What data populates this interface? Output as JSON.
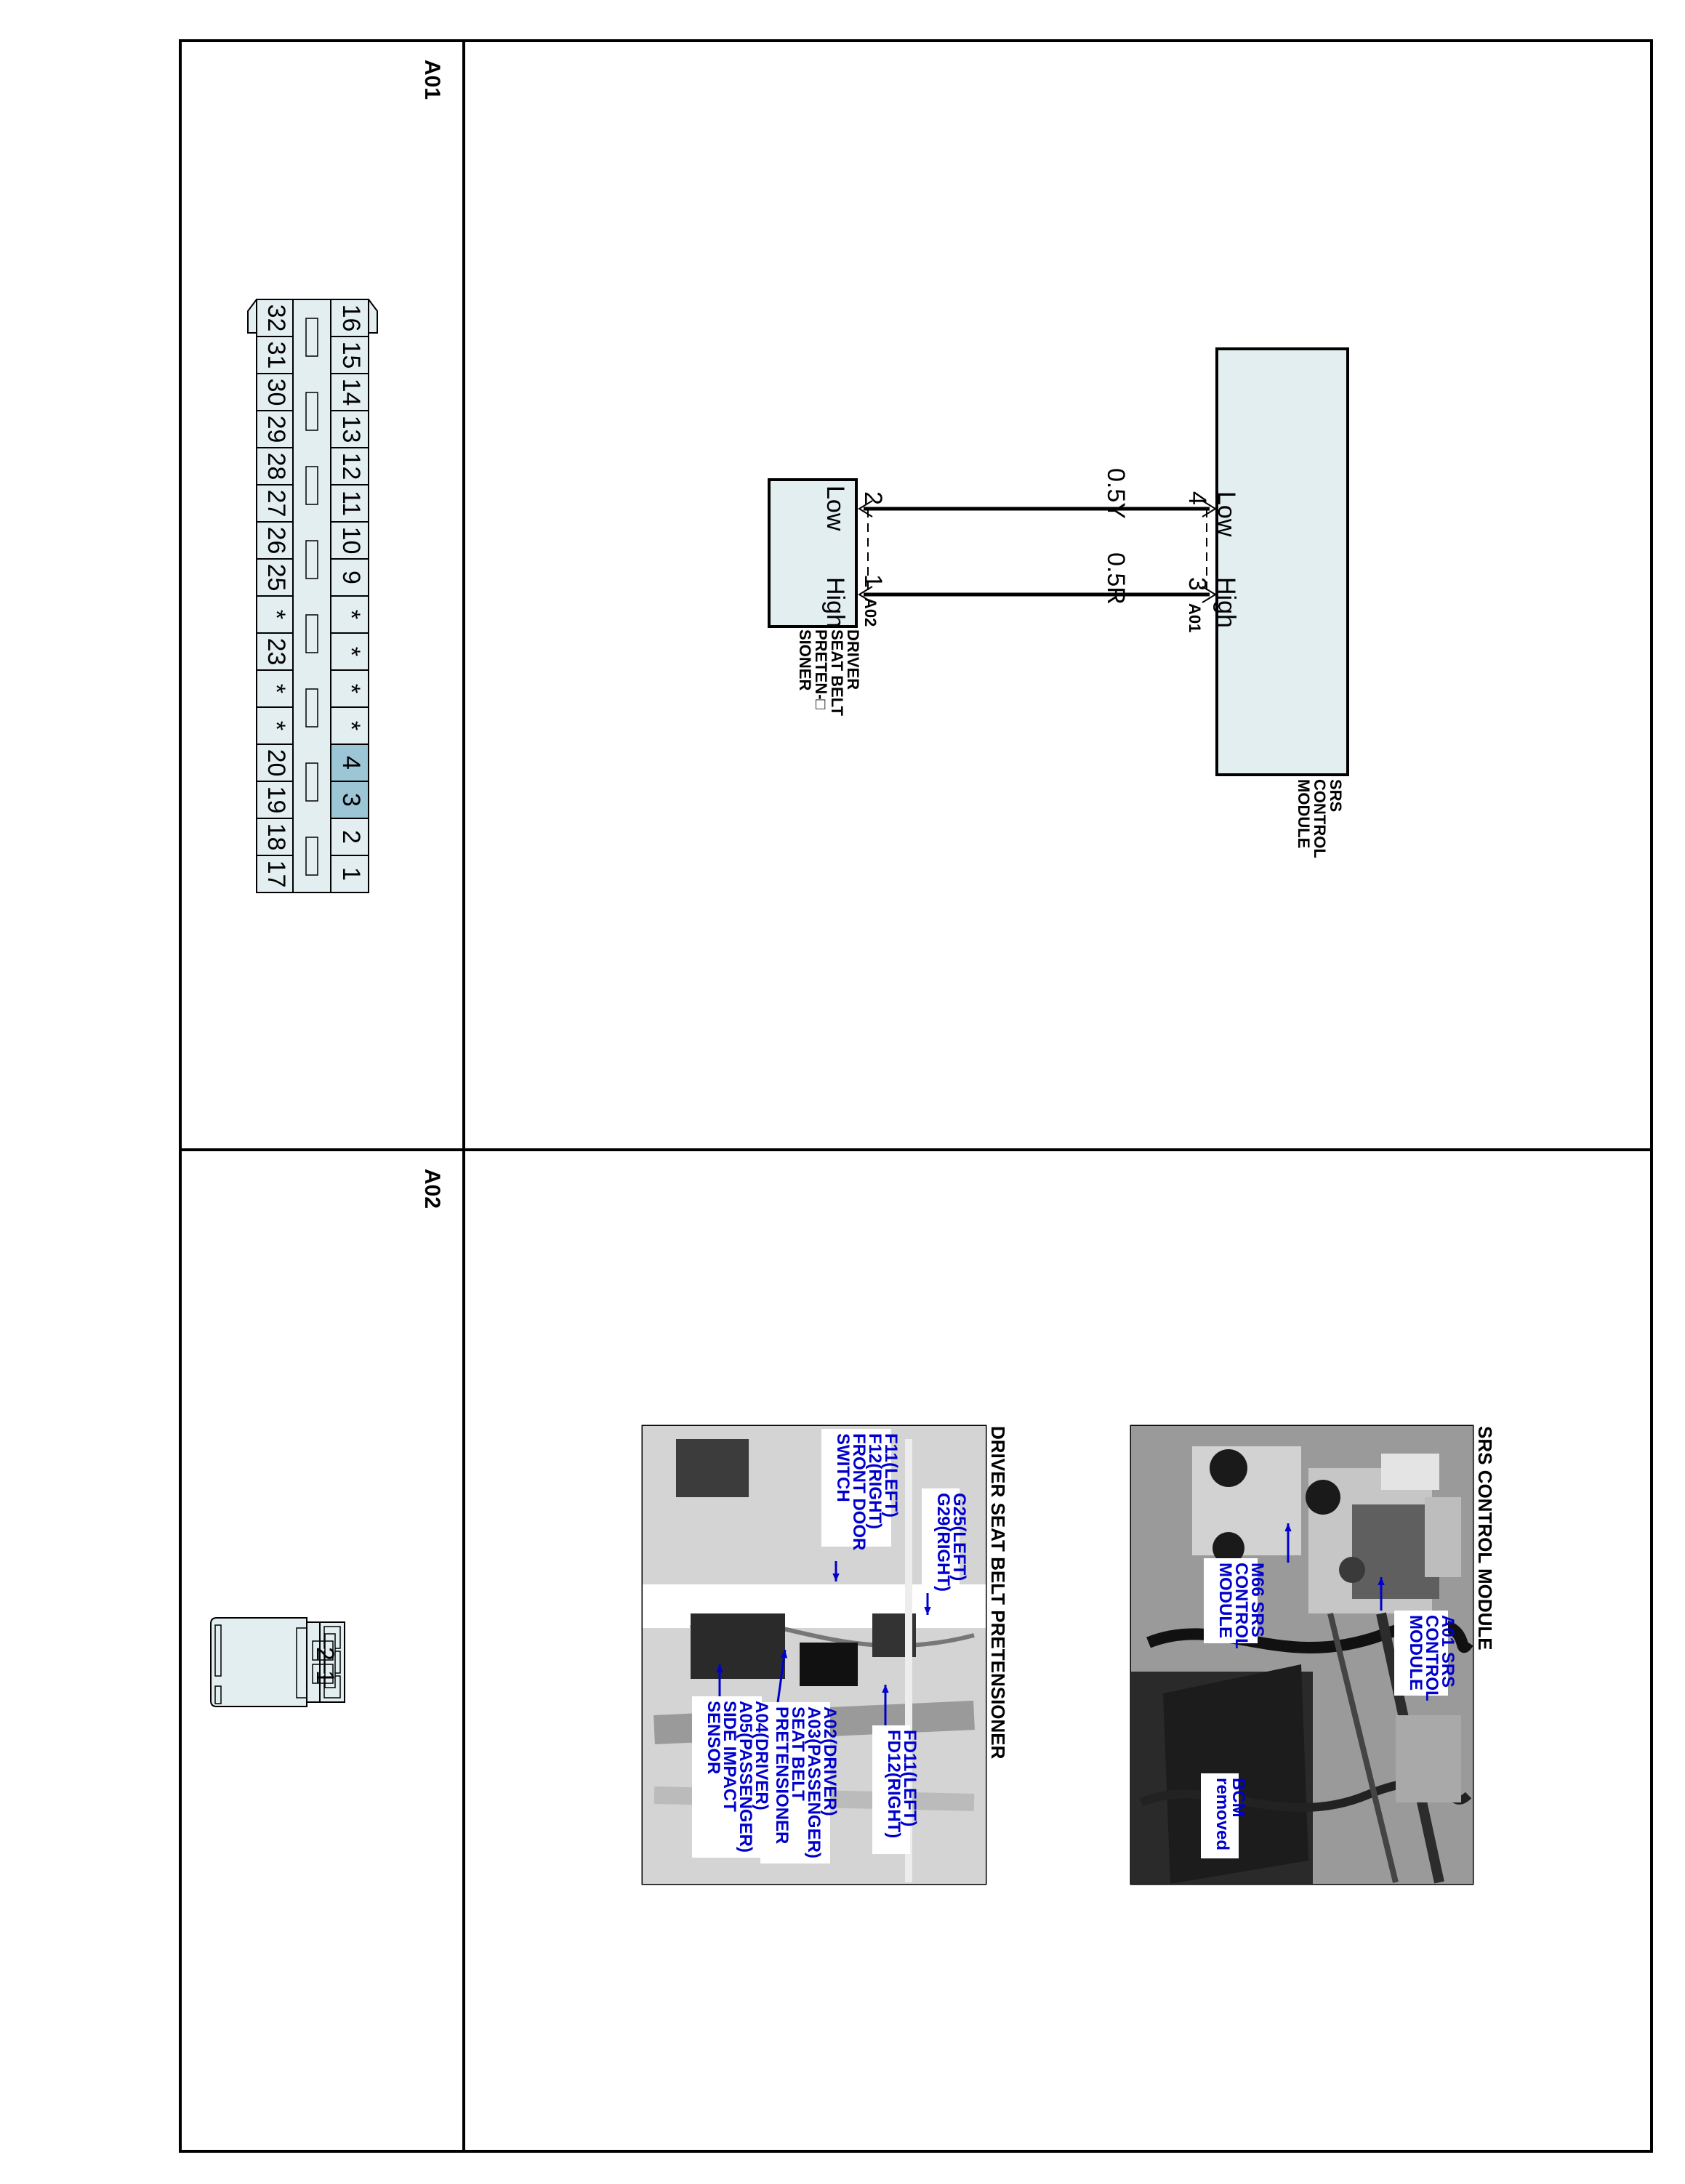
{
  "colors": {
    "component_fill": "#e3eef1",
    "highlight_fill": "#9cc5d6",
    "callout_text": "#0000cc",
    "photo_bg": "#8f8f8f"
  },
  "connectors": [
    {
      "id": "A01",
      "label": "A01"
    },
    {
      "id": "A02",
      "label": "A02"
    }
  ],
  "a01_pins": {
    "top_row": [
      "16",
      "15",
      "14",
      "13",
      "12",
      "11",
      "10",
      "9",
      "*",
      "*",
      "*",
      "*",
      "4",
      "3",
      "2",
      "1"
    ],
    "bottom_row": [
      "32",
      "31",
      "30",
      "29",
      "28",
      "27",
      "26",
      "25",
      "*",
      "23",
      "*",
      "*",
      "20",
      "19",
      "18",
      "17"
    ],
    "highlighted": [
      "4",
      "3"
    ]
  },
  "a02_pins": [
    "2",
    "1"
  ],
  "schematic": {
    "module_lines": [
      "SRS",
      "CONTROL",
      "MODULE"
    ],
    "module_connector": "A01",
    "module_pin_high": "3",
    "module_pin_low": "4",
    "module_high_label": "High",
    "module_low_label": "Low",
    "wire_high_color": "0.5R",
    "wire_low_color": "0.5Y",
    "pretensioner_lines": [
      "DRIVER",
      "SEAT BELT",
      "PRETEN-□",
      "SIONER"
    ],
    "pretensioner_connector": "A02",
    "pretensioner_pin_high": "1",
    "pretensioner_pin_low": "2",
    "pretensioner_high_label": "High",
    "pretensioner_low_label": "Low"
  },
  "photos": {
    "srs": {
      "title": "SRS CONTROL MODULE",
      "callouts": {
        "a01": [
          "A01 SRS",
          "CONTROL",
          "MODULE"
        ],
        "m66": [
          "M66 SRS",
          "CONTROL",
          "MODULE"
        ],
        "bcm": [
          "BCM",
          "removed"
        ]
      }
    },
    "seatbelt": {
      "title": "DRIVER SEAT BELT PRETENSIONER",
      "callouts": {
        "g25": [
          "G25(LEFT)",
          "G29(RIGHT)"
        ],
        "f11": [
          "F11(LEFT)",
          "F12(RIGHT)",
          "FRONT DOOR",
          "SWITCH"
        ],
        "fd11": [
          "FD11(LEFT)",
          "FD12(RIGHT)"
        ],
        "a02": [
          "A02(DRIVER)",
          "A03(PASSENGER)",
          "SEAT BELT",
          "PRETENSIONER"
        ],
        "a04": [
          "A04(DRIVER)",
          "A05(PASSENGER)",
          "SIDE IMPACT",
          "SENSOR"
        ]
      }
    }
  }
}
